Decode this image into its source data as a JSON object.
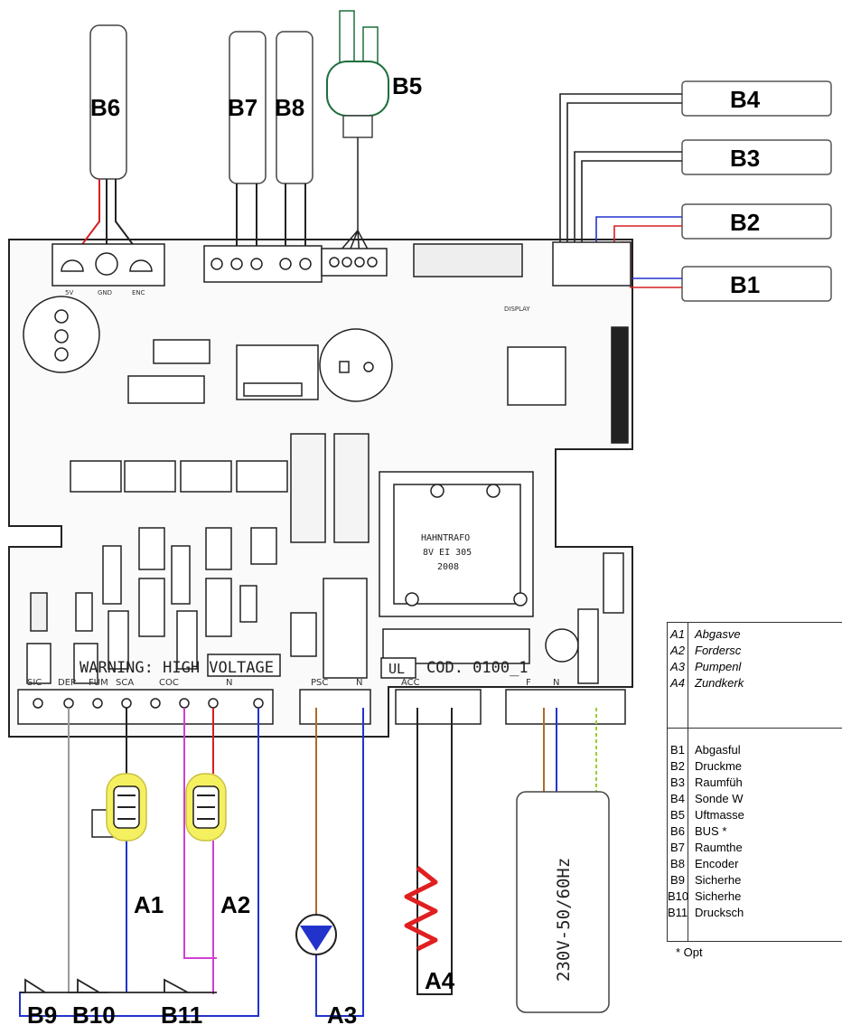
{
  "labels": {
    "b6": "B6",
    "b7": "B7",
    "b8": "B8",
    "b5": "B5",
    "b4": "B4",
    "b3": "B3",
    "b2": "B2",
    "b1": "B1",
    "a1": "A1",
    "a2": "A2",
    "a3": "A3",
    "a4": "A4",
    "b9": "B9",
    "b10": "B10",
    "b11": "B11"
  },
  "board": {
    "warning": "WARNING: HIGH  VOLTAGE",
    "ul": "UL",
    "cod": "COD.  0100_1",
    "transformer": [
      "HAHNTRAFO",
      "8V EI 305",
      "2008"
    ],
    "power_supply": "230V-50/60Hz",
    "display": "DISPLAY",
    "top_connector": [
      "5V",
      "GND",
      "ENC"
    ],
    "terminals_left": [
      "SIC",
      "DEP",
      "FUM",
      "SCA",
      "COC",
      "N"
    ],
    "terminals_mid": [
      "PSC",
      "N"
    ],
    "terminals_acc": "ACC",
    "terminals_power": [
      "F",
      "N"
    ]
  },
  "legend": {
    "items": [
      {
        "code": "A1",
        "desc": "Abgasve",
        "group": "a"
      },
      {
        "code": "A2",
        "desc": "Fordersc",
        "group": "a"
      },
      {
        "code": "A3",
        "desc": "Pumpenl",
        "group": "a"
      },
      {
        "code": "A4",
        "desc": "Zundkerk",
        "group": "a"
      },
      {
        "code": "B1",
        "desc": "Abgasful",
        "group": "b"
      },
      {
        "code": "B2",
        "desc": "Druckme",
        "group": "b"
      },
      {
        "code": "B3",
        "desc": "Raumfüh",
        "group": "b"
      },
      {
        "code": "B4",
        "desc": "Sonde W",
        "group": "b"
      },
      {
        "code": "B5",
        "desc": "Uftmasse",
        "group": "b"
      },
      {
        "code": "B6",
        "desc": "BUS *",
        "group": "b"
      },
      {
        "code": "B7",
        "desc": "Raumthe",
        "group": "b"
      },
      {
        "code": "B8",
        "desc": "Encoder",
        "group": "b"
      },
      {
        "code": "B9",
        "desc": "Sicherhe",
        "group": "b"
      },
      {
        "code": "B10",
        "desc": "Sicherhe",
        "group": "b"
      },
      {
        "code": "B11",
        "desc": "Drucksch",
        "group": "b"
      }
    ],
    "footnote": "* Opt"
  },
  "colors": {
    "red": "#d42020",
    "blue": "#2233cc",
    "magenta": "#d040d0",
    "brown": "#b06a28",
    "gray": "#9a9a9a",
    "yellow": "#f4f060",
    "green": "#1e6f3c"
  }
}
